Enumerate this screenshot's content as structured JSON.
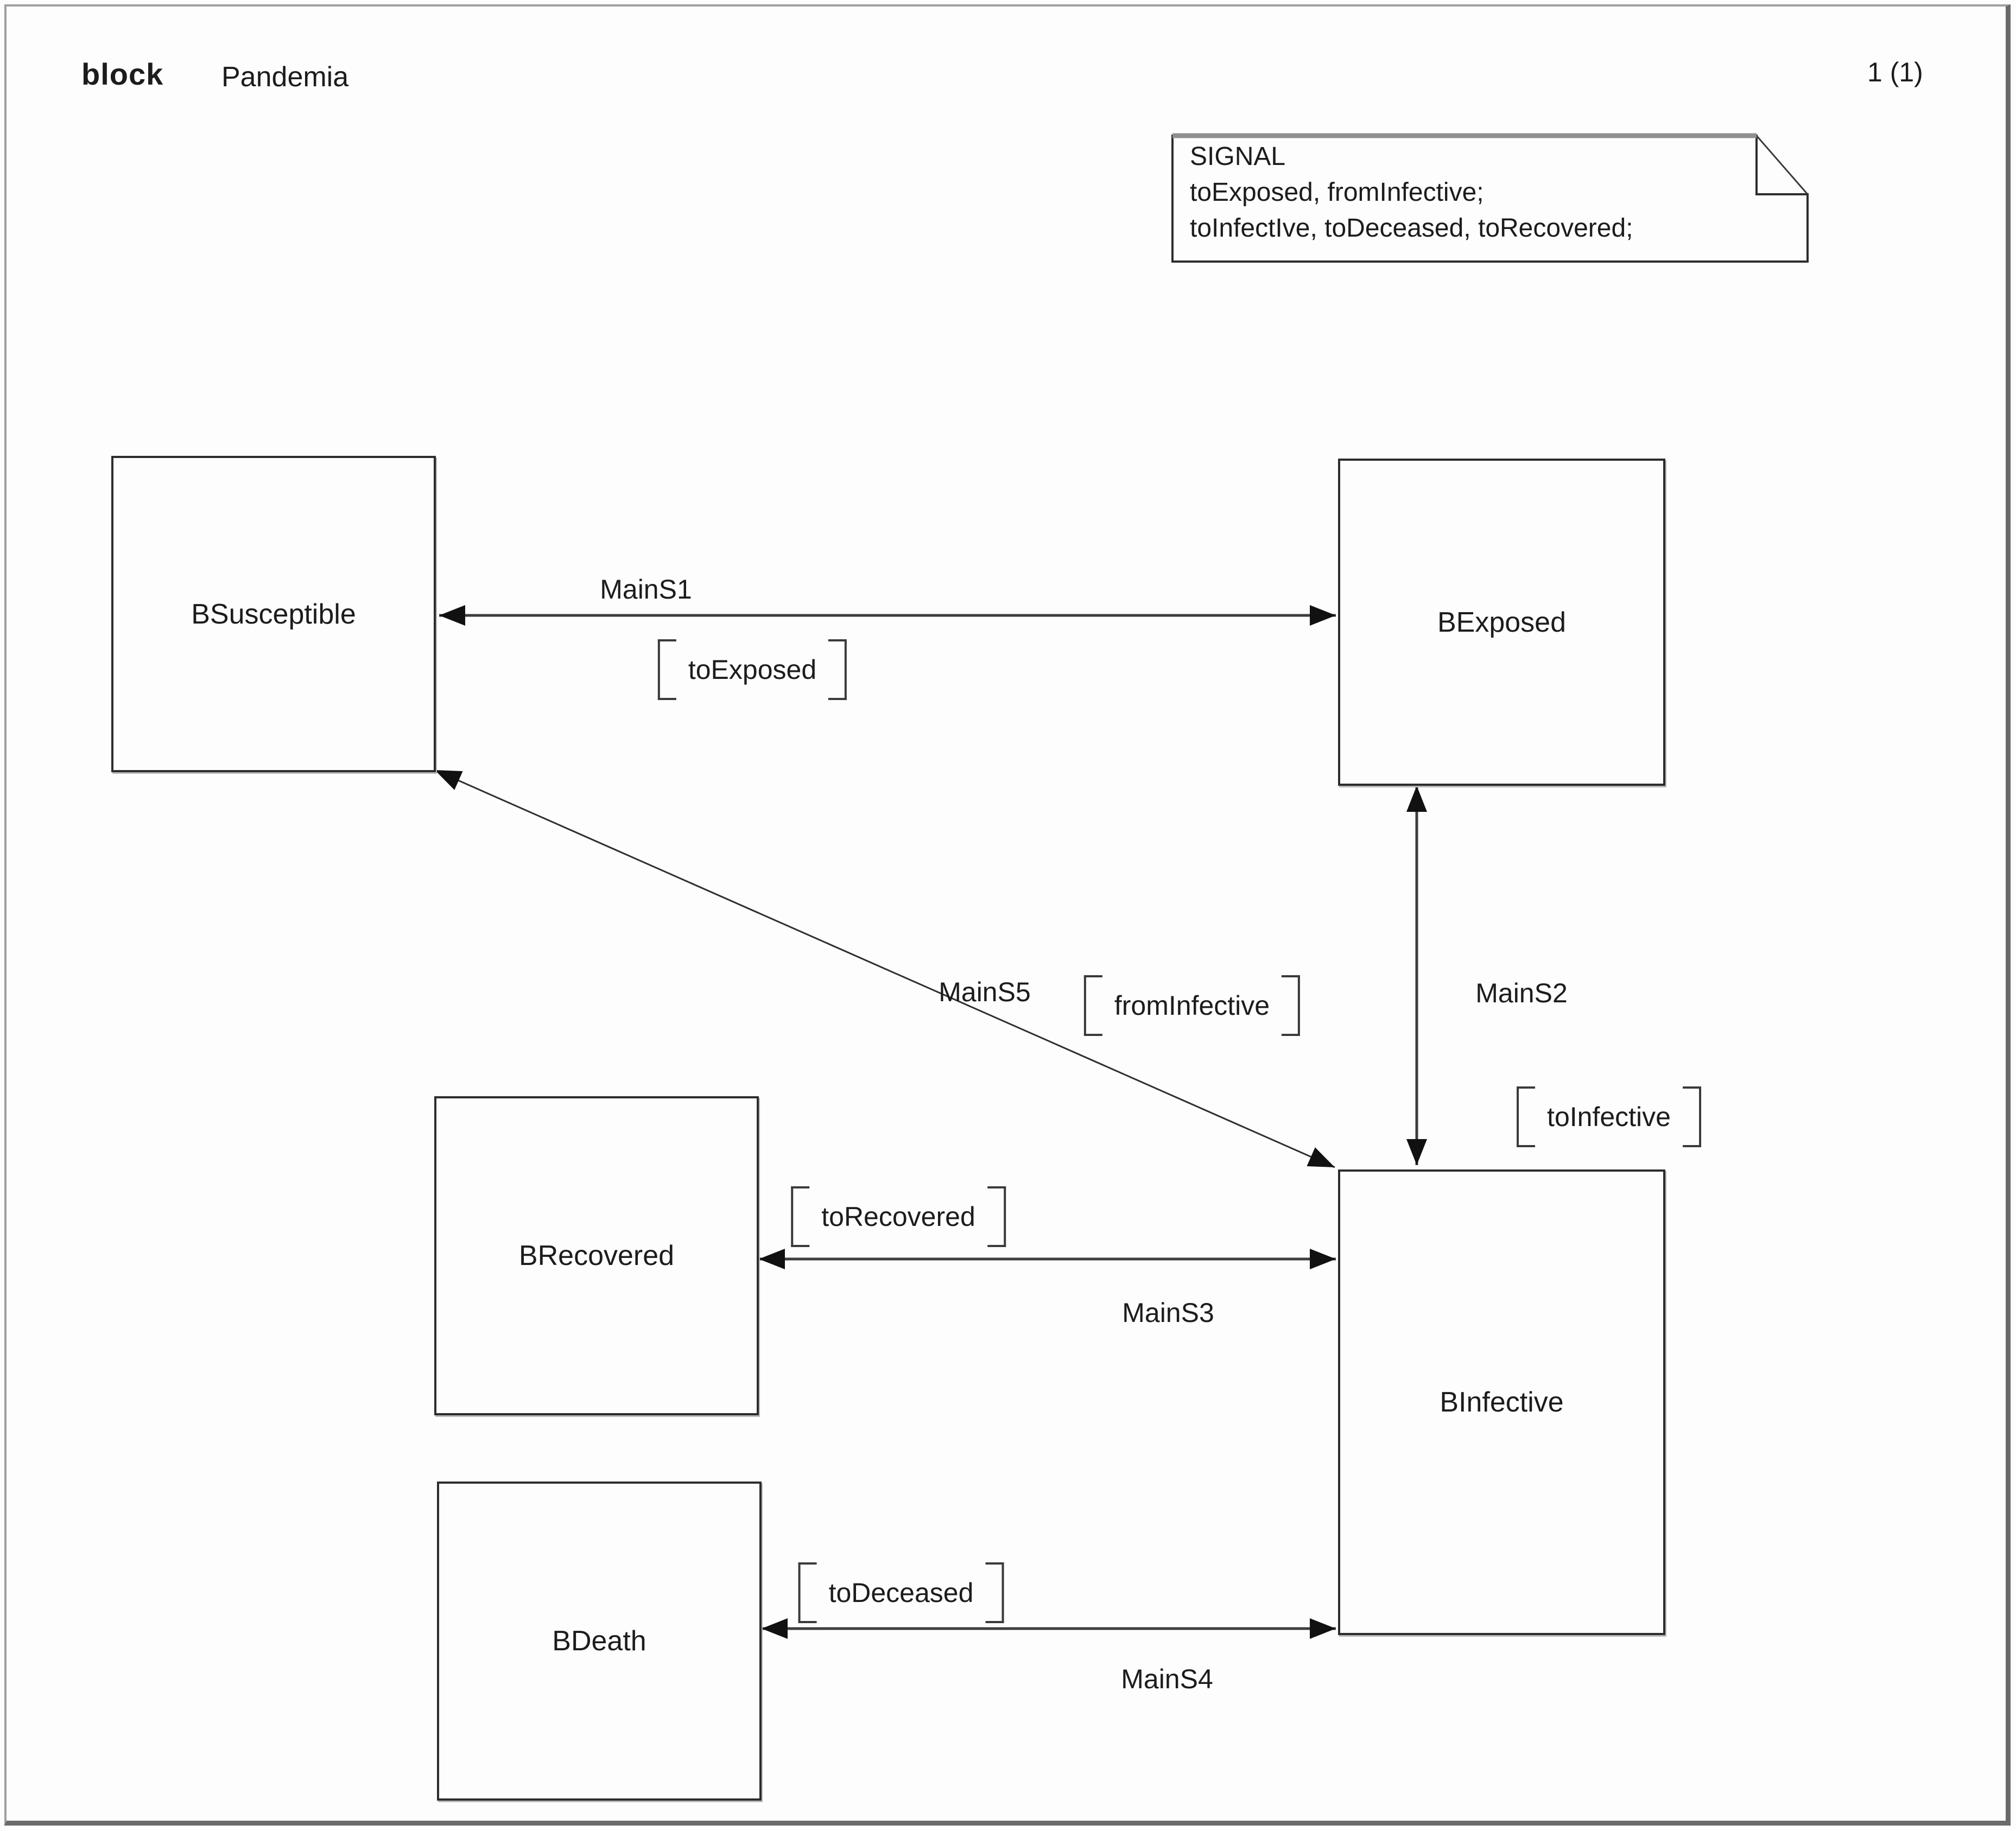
{
  "header": {
    "kind_label": "block",
    "title": "Pandemia",
    "page_indicator": "1 (1)"
  },
  "note": {
    "lines": [
      "SIGNAL",
      "toExposed, fromInfective;",
      "toInfectIve, toDeceased, toRecovered;"
    ]
  },
  "blocks": [
    {
      "label": "BSusceptible"
    },
    {
      "label": "BExposed"
    },
    {
      "label": "BRecovered"
    },
    {
      "label": "BDeath"
    },
    {
      "label": "BInfective"
    }
  ],
  "channels": [
    {
      "name": "MainS1",
      "signal": "toExposed"
    },
    {
      "name": "MainS2",
      "signal": "toInfective"
    },
    {
      "name": "MainS3",
      "signal": "toRecovered"
    },
    {
      "name": "MainS4",
      "signal": "toDeceased"
    },
    {
      "name": "MainS5",
      "signal": "fromInfective"
    }
  ],
  "colors": {
    "line": "#3d3d3d",
    "arrowhead": "#111111",
    "frame_light": "#a0a0a0",
    "frame_dark": "#6a6a6a",
    "text": "#1c1c1c"
  }
}
